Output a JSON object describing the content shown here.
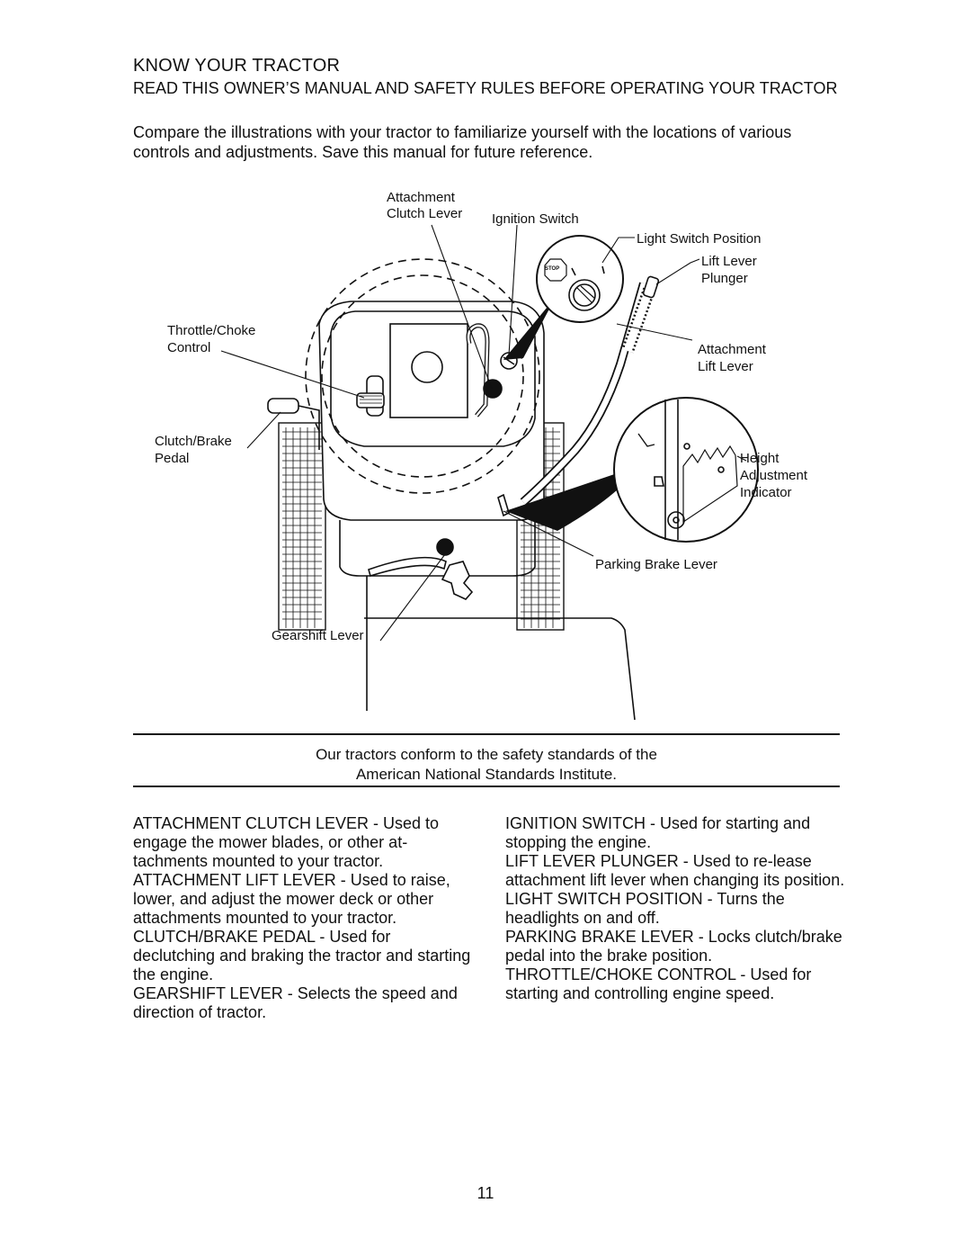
{
  "heading": "KNOW YOUR TRACTOR",
  "subheading": "READ THIS OWNER’S MANUAL AND SAFETY RULES BEFORE OPERATING YOUR TRACTOR",
  "intro": "Compare the illustrations with your tractor to familiarize yourself with the locations of various controls and adjustments.  Save this manual for future reference.",
  "diagram": {
    "labels": {
      "attachment_clutch_lever_1": "Attachment",
      "attachment_clutch_lever_2": "Clutch Lever",
      "ignition_switch": "Ignition Switch",
      "light_switch_position": "Light Switch Position",
      "lift_lever_plunger_1": "Lift Lever",
      "lift_lever_plunger_2": "Plunger",
      "throttle_choke_1": "Throttle/Choke",
      "throttle_choke_2": "Control",
      "attachment_lift_lever_1": "Attachment",
      "attachment_lift_lever_2": "Lift Lever",
      "clutch_brake_pedal_1": "Clutch/Brake",
      "clutch_brake_pedal_2": "Pedal",
      "height_adjustment_1": "Height",
      "height_adjustment_2": "Adjustment",
      "height_adjustment_3": "Indicator",
      "parking_brake_lever": "Parking Brake Lever",
      "gearshift_lever": "Gearshift Lever",
      "stop_text": "STOP"
    }
  },
  "ansi_line1": "Our tractors conform to the safety standards of the",
  "ansi_line2": "American National Standards Institute.",
  "left_column": [
    "ATTACHMENT CLUTCH LEVER - Used to engage the mower blades, or other at-tachments mounted to your tractor.",
    "ATTACHMENT LIFT LEVER - Used to raise, lower, and adjust the mower deck or other attachments mounted to your tractor.",
    "CLUTCH/BRAKE PEDAL - Used for declutching and braking the tractor and starting the engine.",
    "GEARSHIFT LEVER - Selects the speed and direction of tractor."
  ],
  "right_column": [
    "IGNITION SWITCH - Used for starting and stopping the engine.",
    "LIFT LEVER PLUNGER - Used to re-lease attachment lift lever when changing its position.",
    "LIGHT SWITCH POSITION - Turns the headlights on and off.",
    "PARKING BRAKE LEVER - Locks clutch/brake pedal into the brake position.",
    "THROTTLE/CHOKE CONTROL - Used for starting and controlling engine speed."
  ],
  "page_number": "11"
}
